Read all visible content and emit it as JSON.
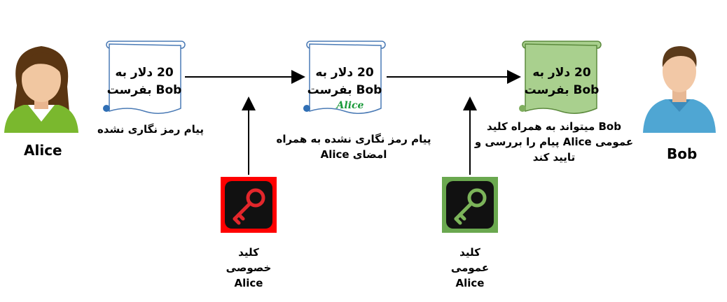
{
  "people": {
    "alice": "Alice",
    "bob": "Bob"
  },
  "scrolls": {
    "plain": {
      "line1": "20 دلار به",
      "line2": "Bob بفرست"
    },
    "signed": {
      "line1": "20 دلار به",
      "line2": "Bob بفرست",
      "signature": "Alice"
    },
    "verified": {
      "line1": "20 دلار به",
      "line2": "Bob بفرست"
    }
  },
  "captions": {
    "plain": "پیام رمز نگاری نشده",
    "signed_1": "پیام رمز نگاری نشده به همراه",
    "signed_2": "امضای Alice",
    "verified_1": "Bob میتواند به همراه کلید",
    "verified_2": "عمومی Alice پیام را بررسی و",
    "verified_3": "تایید کند"
  },
  "keys": {
    "private": {
      "line1": "کلید",
      "line2": "خصوصی",
      "line3": "Alice",
      "bg_color": "#ff0000",
      "key_color": "#e3262b"
    },
    "public": {
      "line1": "کلید",
      "line2": "عمومی",
      "line3": "Alice",
      "bg_color": "#6aa84f",
      "key_color": "#7cb45a"
    }
  },
  "colors": {
    "scroll_plain": "#ffffff",
    "scroll_verified": "#a9d08e",
    "scroll_border": "#4a7ab5",
    "arrow": "#000000"
  }
}
